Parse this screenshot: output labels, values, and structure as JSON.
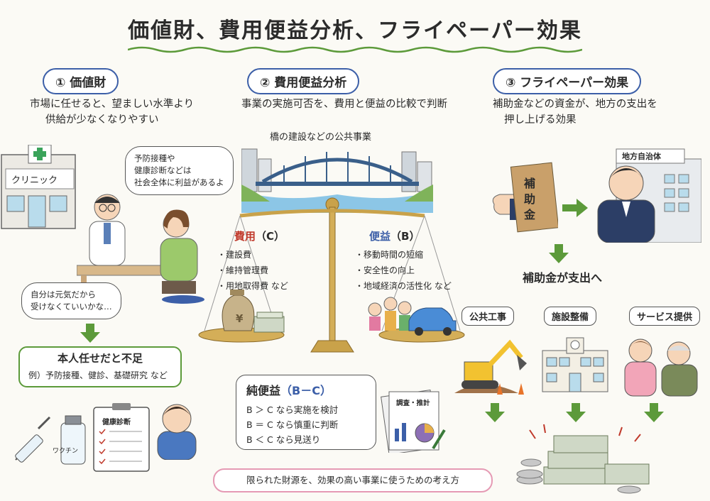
{
  "title": "価値財、費用便益分析、フライペーパー効果",
  "colors": {
    "accent_blue": "#3c5fa8",
    "green": "#5c9a3a",
    "red": "#c0392b",
    "gold": "#c9a24a",
    "pink": "#e59ab4"
  },
  "section1": {
    "heading": "① 価値財",
    "desc_line1": "市場に任せると、望ましい水準より",
    "desc_line2": "供給が少なくなりやすい",
    "clinic_label": "クリニック",
    "doctor_bubble": [
      "予防接種や",
      "健康診断などは",
      "社会全体に利益があるよ"
    ],
    "patient_bubble": [
      "自分は元気だから",
      "受けなくていいかな…"
    ],
    "box_title": "本人任せだと不足",
    "box_example": "例）予防接種、健診、基礎研究 など",
    "vaccine_label": "ワクチン",
    "checkup_label": "健康診断"
  },
  "section2": {
    "heading": "② 費用便益分析",
    "desc": "事業の実施可否を、費用と便益の比較で判断",
    "bridge_caption": "橋の建設などの公共事業",
    "cost_title_main": "費用",
    "cost_title_suffix": "（C）",
    "cost_items": [
      "・建設費",
      "・維持管理費",
      "・用地取得費 など"
    ],
    "benefit_title_main": "便益",
    "benefit_title_suffix": "（B）",
    "benefit_items": [
      "・移動時間の短縮",
      "・安全性の向上",
      "・地域経済の活性化 など"
    ],
    "yen_mark": "¥",
    "net_title_main": "純便益",
    "net_title_formula": "（B－C）",
    "net_rules": [
      "B ＞ C なら実施を検討",
      "B ＝ C なら慎重に判断",
      "B ＜ C なら見送り"
    ],
    "doc_label": "調査・推計",
    "footer": "限られた財源を、効果の高い事業に使うための考え方"
  },
  "section3": {
    "heading": "③ フライペーパー効果",
    "desc_line1": "補助金などの資金が、地方の支出を",
    "desc_line2": "押し上げる効果",
    "envelope_label": "補助金",
    "gov_label": "地方自治体",
    "spending_caption": "補助金が支出へ",
    "uses": [
      "公共工事",
      "施設整備",
      "サービス提供"
    ]
  }
}
